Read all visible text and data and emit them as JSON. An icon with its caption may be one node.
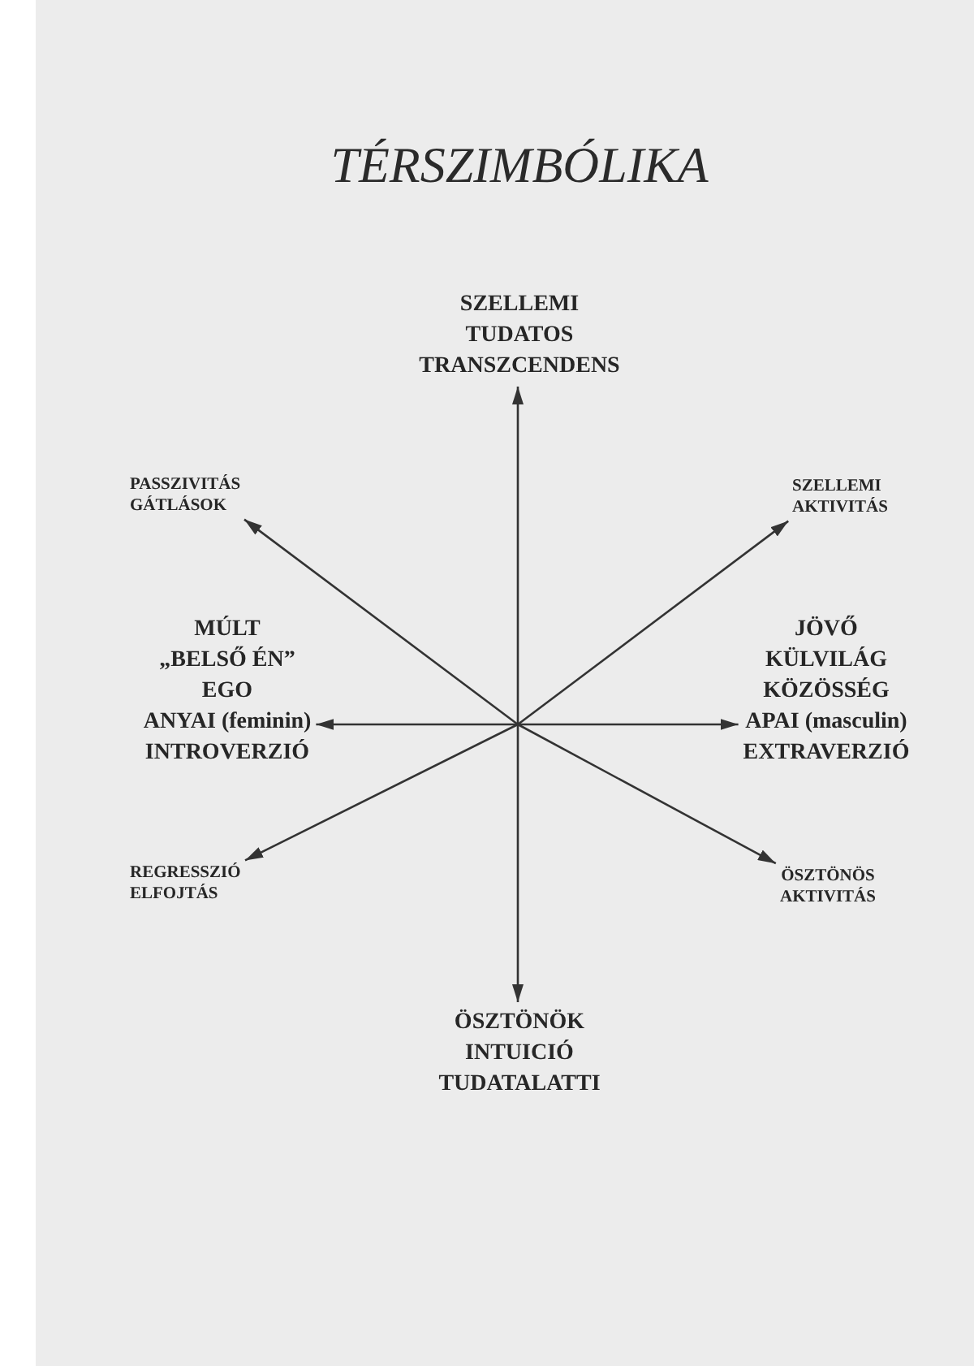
{
  "diagram": {
    "title": "TÉRSZIMBÓLIKA",
    "nodes": [
      {
        "text": [
          "SZELLEMI",
          "TUDATOS",
          "TRANSZCENDENS"
        ]
      },
      {
        "text": [
          "PASSZIVITÁS",
          "GÁTLÁSOK"
        ]
      },
      {
        "text": [
          "SZELLEMI AKTIVITÁS"
        ]
      },
      {
        "text": [
          "MÚLT",
          "„BELSŐ ÉN”",
          "EGO",
          "ANYAI (feminin)",
          "INTROVERZIÓ"
        ]
      },
      {
        "text": [
          "JÖVŐ",
          "KÜLVILÁG",
          "KÖZÖSSÉG",
          "APAI (masculin)",
          "EXTRAVERZIÓ"
        ]
      },
      {
        "text": [
          "REGRESSZIÓ",
          "ELFOJTÁS"
        ]
      },
      {
        "text": [
          "ÖSZTÖNÖS AKTIVITÁS"
        ]
      },
      {
        "text": [
          "ÖSZTÖNÖK",
          "INTUICIÓ",
          "TUDATALATTI"
        ]
      }
    ],
    "edges": [
      {
        "from": null,
        "to": 0,
        "arrow": "to"
      },
      {
        "from": null,
        "to": 1,
        "arrow": "to"
      },
      {
        "from": null,
        "to": 2,
        "arrow": "to"
      },
      {
        "from": null,
        "to": 3,
        "arrow": "to"
      },
      {
        "from": null,
        "to": 4,
        "arrow": "to"
      },
      {
        "from": null,
        "to": 5,
        "arrow": "to"
      },
      {
        "from": null,
        "to": 6,
        "arrow": "to"
      },
      {
        "from": null,
        "to": 7,
        "arrow": "to"
      }
    ]
  }
}
